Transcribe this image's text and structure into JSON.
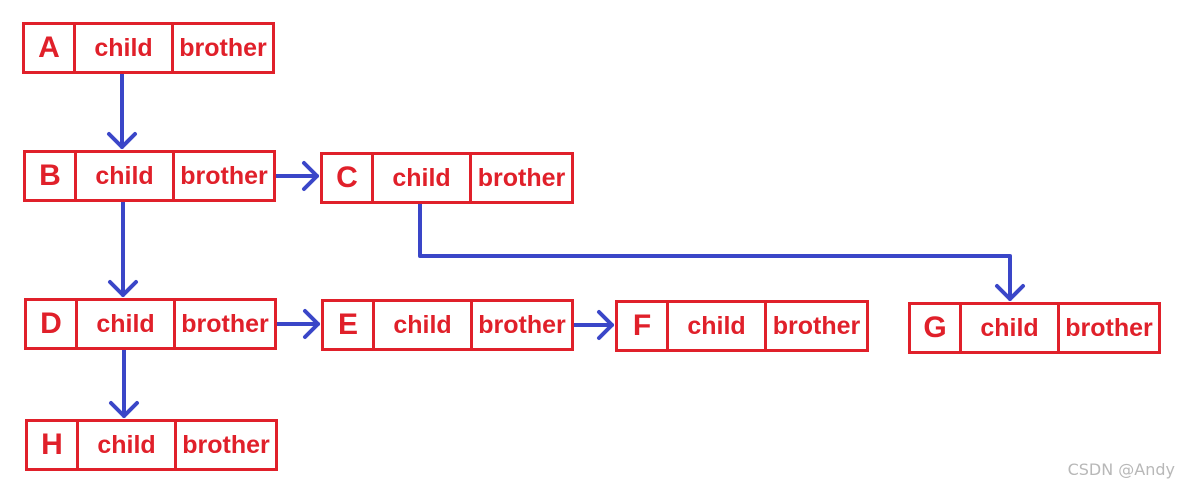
{
  "diagram": {
    "node_color": "#e0202a",
    "edge_color": "#3a46c8",
    "field_labels": {
      "child": "child",
      "brother": "brother"
    },
    "nodes": [
      {
        "id": "A",
        "label": "A"
      },
      {
        "id": "B",
        "label": "B"
      },
      {
        "id": "C",
        "label": "C"
      },
      {
        "id": "D",
        "label": "D"
      },
      {
        "id": "E",
        "label": "E"
      },
      {
        "id": "F",
        "label": "F"
      },
      {
        "id": "G",
        "label": "G"
      },
      {
        "id": "H",
        "label": "H"
      }
    ],
    "edges": [
      {
        "from": "A",
        "to": "B",
        "via": "child"
      },
      {
        "from": "B",
        "to": "C",
        "via": "brother"
      },
      {
        "from": "B",
        "to": "D",
        "via": "child"
      },
      {
        "from": "C",
        "to": "G",
        "via": "child"
      },
      {
        "from": "D",
        "to": "E",
        "via": "brother"
      },
      {
        "from": "D",
        "to": "H",
        "via": "child"
      },
      {
        "from": "E",
        "to": "F",
        "via": "brother"
      }
    ]
  },
  "watermark": "CSDN @Andy"
}
